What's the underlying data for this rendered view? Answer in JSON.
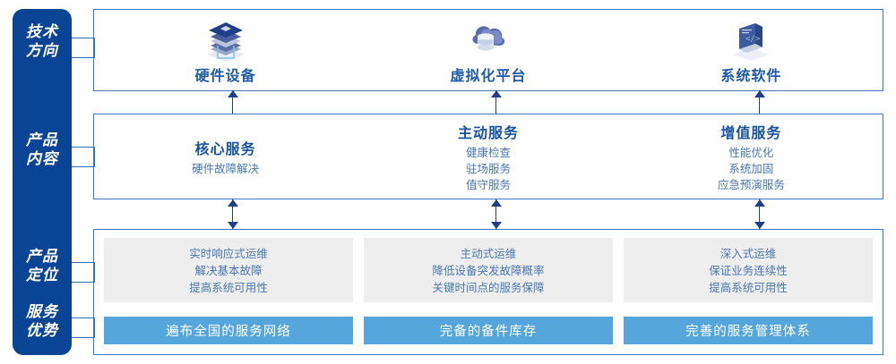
{
  "rail": {
    "color": "#0a4595",
    "labels": [
      {
        "id": "tech-direction",
        "text": "技术\n方向"
      },
      {
        "id": "product-content",
        "text": "产品\n内容"
      },
      {
        "id": "product-position",
        "text": "产品\n定位"
      },
      {
        "id": "service-advantage",
        "text": "服务\n优势"
      }
    ]
  },
  "tech_row": {
    "items": [
      {
        "name": "硬件设备",
        "icon": "server-stack-icon"
      },
      {
        "name": "虚拟化平台",
        "icon": "cloud-database-icon"
      },
      {
        "name": "系统软件",
        "icon": "laptop-code-icon"
      }
    ]
  },
  "product_row": {
    "items": [
      {
        "title": "核心服务",
        "lines": [
          "硬件故障解决"
        ]
      },
      {
        "title": "主动服务",
        "lines": [
          "健康检查",
          "驻场服务",
          "值守服务"
        ]
      },
      {
        "title": "增值服务",
        "lines": [
          "性能优化",
          "系统加固",
          "应急预演服务"
        ]
      }
    ]
  },
  "position_row": {
    "cells": [
      {
        "lines": [
          "实时响应式运维",
          "解决基本故障",
          "提高系统可用性"
        ]
      },
      {
        "lines": [
          "主动式运维",
          "降低设备突发故障概率",
          "关键时间点的服务保障"
        ]
      },
      {
        "lines": [
          "深入式运维",
          "保证业务连续性",
          "提高系统可用性"
        ]
      }
    ]
  },
  "advantage_row": {
    "color": "#55a6dd",
    "cells": [
      {
        "text": "遍布全国的服务网络"
      },
      {
        "text": "完备的备件库存"
      },
      {
        "text": "完善的服务管理体系"
      }
    ]
  },
  "colors": {
    "rail_blue": "#0a4595",
    "border_blue": "#3a79bd",
    "title_blue": "#17529e",
    "body_blue": "#4a77b0",
    "bar_blue": "#55a6dd",
    "grey_cell": "#eeeeee",
    "arrow_blue": "#1f3f86"
  }
}
